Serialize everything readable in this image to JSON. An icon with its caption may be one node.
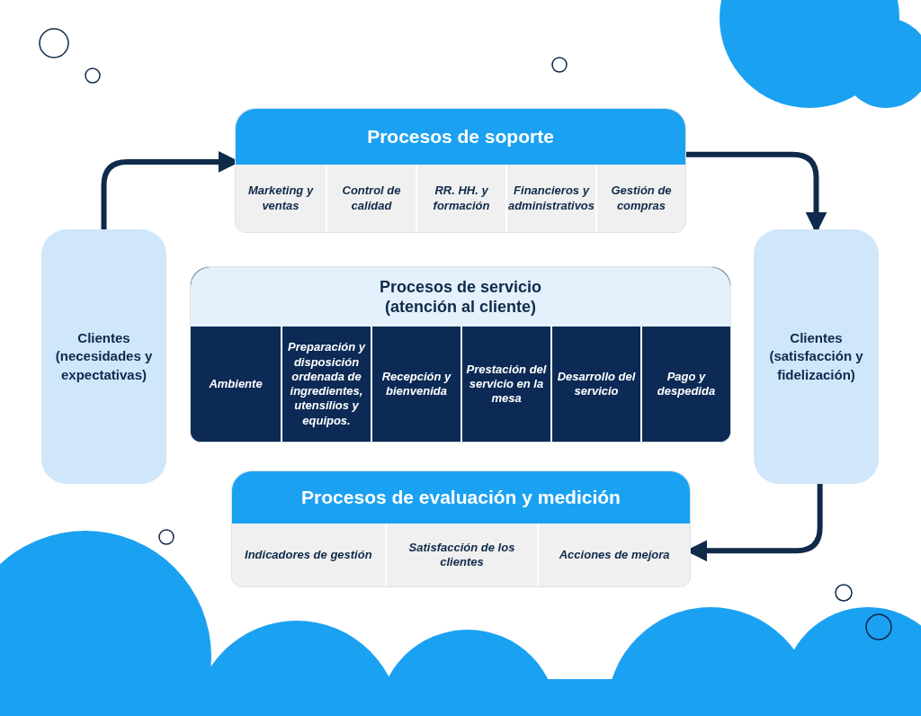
{
  "diagram": {
    "nodes": [
      {
        "text": [
          "Procesos de soporte"
        ]
      },
      {
        "text": [
          "Marketing y ventas"
        ],
        "in": 0
      },
      {
        "text": [
          "Control de calidad"
        ],
        "in": 0
      },
      {
        "text": [
          "RR. HH. y formación"
        ],
        "in": 0
      },
      {
        "text": [
          "Financieros y administrativos"
        ],
        "in": 0
      },
      {
        "text": [
          "Gestión de compras"
        ],
        "in": 0
      },
      {
        "text": [
          "Procesos de servicio (atención al cliente)"
        ]
      },
      {
        "text": [
          "Ambiente"
        ],
        "in": 6
      },
      {
        "text": [
          "Preparación y disposición ordenada de ingredientes, utensilios y equipos."
        ],
        "in": 6
      },
      {
        "text": [
          "Recepción y bienvenida"
        ],
        "in": 6
      },
      {
        "text": [
          "Prestación del servicio en la mesa"
        ],
        "in": 6
      },
      {
        "text": [
          "Desarrollo del servicio"
        ],
        "in": 6
      },
      {
        "text": [
          "Pago y despedida"
        ],
        "in": 6
      },
      {
        "text": [
          "Procesos de evaluación y medición"
        ]
      },
      {
        "text": [
          "Indicadores de gestión"
        ],
        "in": 13
      },
      {
        "text": [
          "Satisfacción de los clientes"
        ],
        "in": 13
      },
      {
        "text": [
          "Acciones de mejora"
        ],
        "in": 13
      },
      {
        "text": [
          "Clientes (necesidades y expectativas)"
        ]
      },
      {
        "text": [
          "Clientes (satisfacción y fidelización)"
        ]
      }
    ],
    "edges": [
      {
        "from": 17,
        "to": 0,
        "arrow": "to"
      },
      {
        "from": 0,
        "to": 18,
        "arrow": "to"
      },
      {
        "from": 18,
        "to": 13,
        "arrow": "to"
      }
    ]
  }
}
